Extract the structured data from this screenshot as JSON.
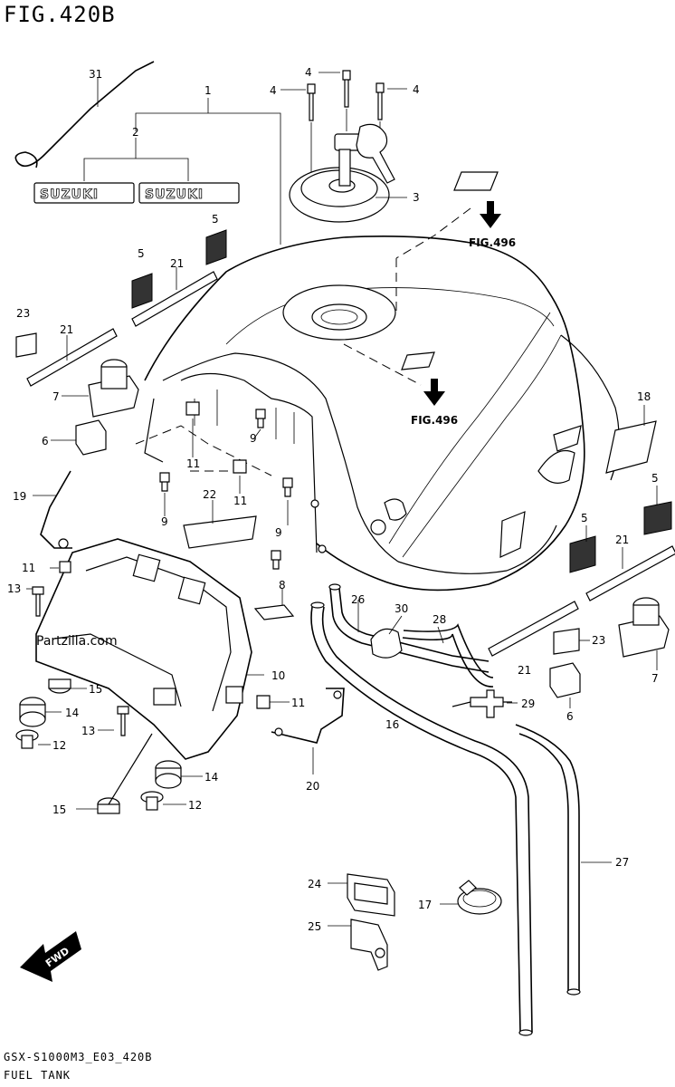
{
  "figure": {
    "title": "FIG.420B",
    "footer_code": "GSX-S1000M3_E03_420B",
    "footer_name": "FUEL TANK",
    "watermark": "Partzilla.com",
    "direction_label": "FWD",
    "brand_label": "SUZUKI",
    "fig_refs": [
      "FIG.496",
      "FIG.496"
    ]
  },
  "callouts": [
    "31",
    "1",
    "2",
    "4",
    "4",
    "4",
    "3",
    "5",
    "5",
    "21",
    "23",
    "21",
    "7",
    "6",
    "19",
    "11",
    "13",
    "22",
    "11",
    "9",
    "9",
    "9",
    "11",
    "8",
    "15",
    "14",
    "13",
    "12",
    "10",
    "11",
    "15",
    "14",
    "12",
    "20",
    "26",
    "30",
    "28",
    "16",
    "29",
    "18",
    "5",
    "5",
    "21",
    "23",
    "21",
    "7",
    "6",
    "27",
    "24",
    "17",
    "25"
  ]
}
